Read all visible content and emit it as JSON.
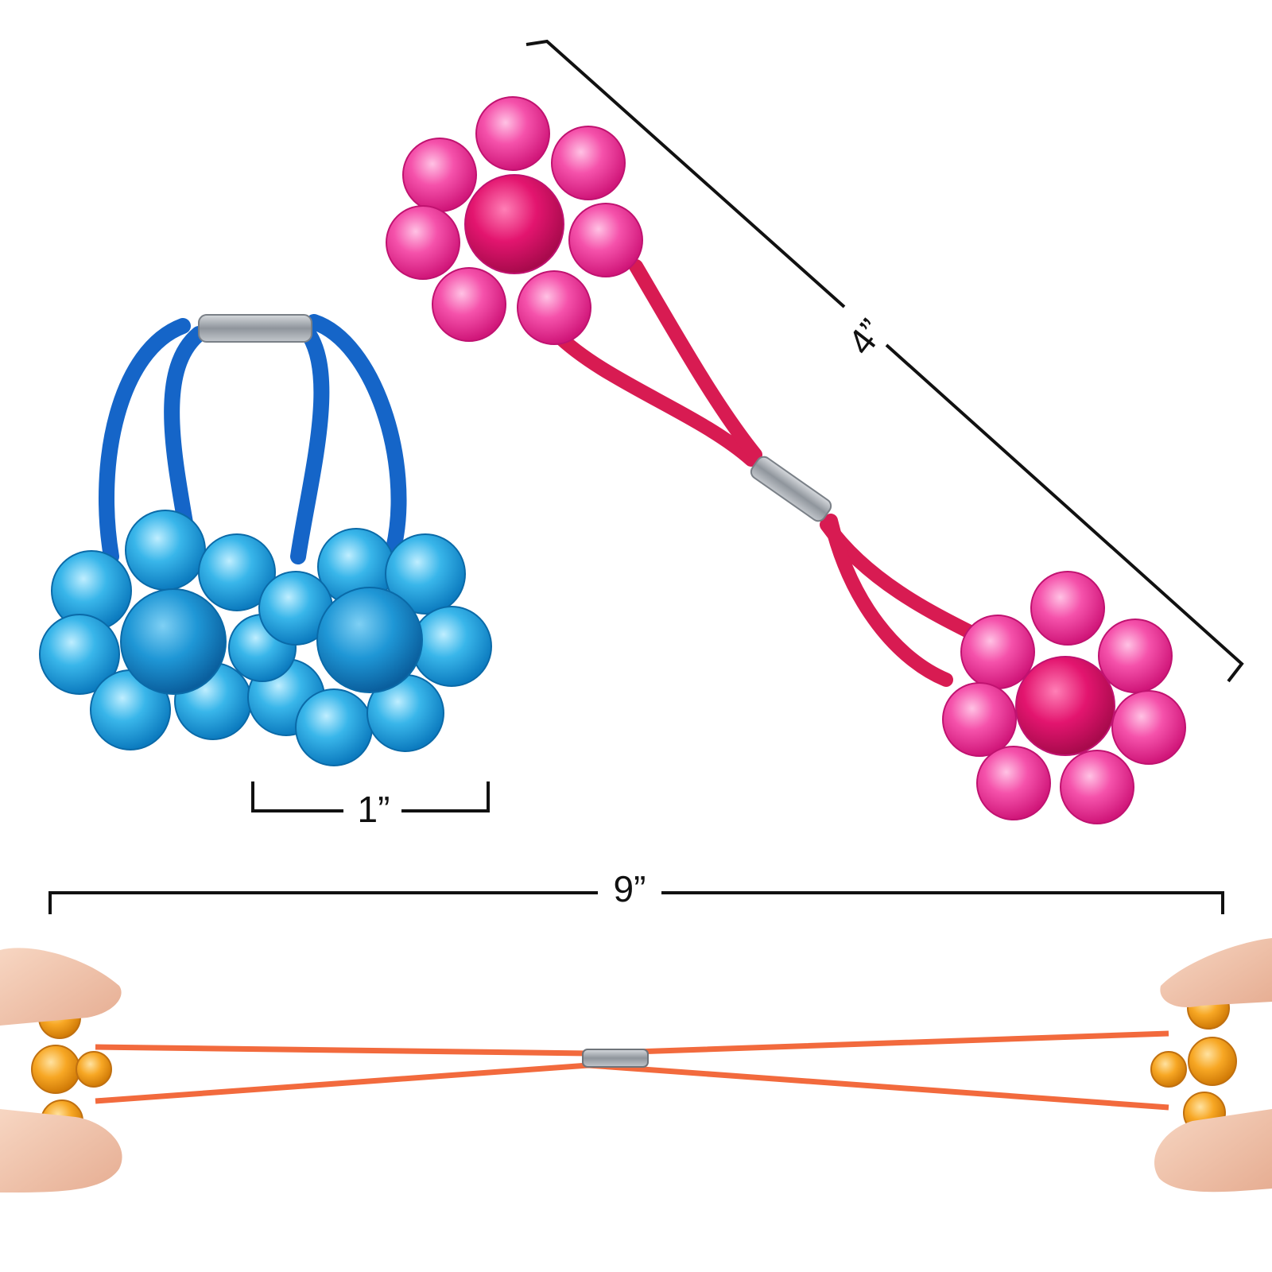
{
  "dimensions": {
    "tie_width": "1”",
    "tie_length": "4”",
    "stretch_length": "9”"
  },
  "colors": {
    "background": "#ffffff",
    "line": "#111111",
    "blue_cord": "#1565c8",
    "blue_bead": "#29a8e0",
    "blue_bead_dark": "#0f76b8",
    "pink_cord": "#d81b52",
    "pink_bead": "#f03fa2",
    "pink_bead_center": "#e3126e",
    "orange_cord": "#f26a3d",
    "orange_bead": "#f5a21e",
    "metal": "#a8adb3",
    "skin": "#f1c7ae"
  },
  "icons": [
    "ruler-line",
    "finger"
  ]
}
